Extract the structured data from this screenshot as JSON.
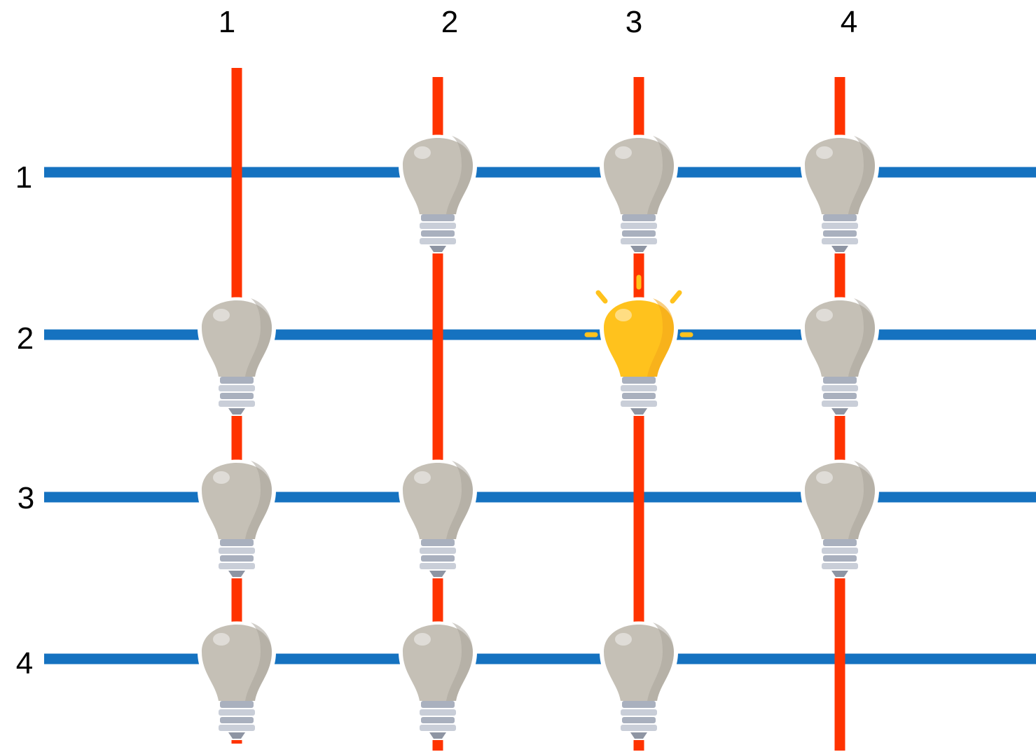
{
  "column_labels": [
    "1",
    "2",
    "3",
    "4"
  ],
  "row_labels": [
    "1",
    "2",
    "3",
    "4"
  ],
  "colors": {
    "row_wire": "#1572c0",
    "column_wire": "#ff3300",
    "bulb_off": "#c5c0b6",
    "bulb_on": "#ffc21d",
    "bulb_base": "#a9b0be",
    "rays": "#ffc21d"
  },
  "bulbs": [
    {
      "row": 1,
      "col": 2,
      "state": "off"
    },
    {
      "row": 1,
      "col": 3,
      "state": "off"
    },
    {
      "row": 1,
      "col": 4,
      "state": "off"
    },
    {
      "row": 2,
      "col": 1,
      "state": "off"
    },
    {
      "row": 2,
      "col": 3,
      "state": "on"
    },
    {
      "row": 2,
      "col": 4,
      "state": "off"
    },
    {
      "row": 3,
      "col": 1,
      "state": "off"
    },
    {
      "row": 3,
      "col": 2,
      "state": "off"
    },
    {
      "row": 3,
      "col": 4,
      "state": "off"
    },
    {
      "row": 4,
      "col": 1,
      "state": "off"
    },
    {
      "row": 4,
      "col": 2,
      "state": "off"
    },
    {
      "row": 4,
      "col": 3,
      "state": "off"
    }
  ]
}
